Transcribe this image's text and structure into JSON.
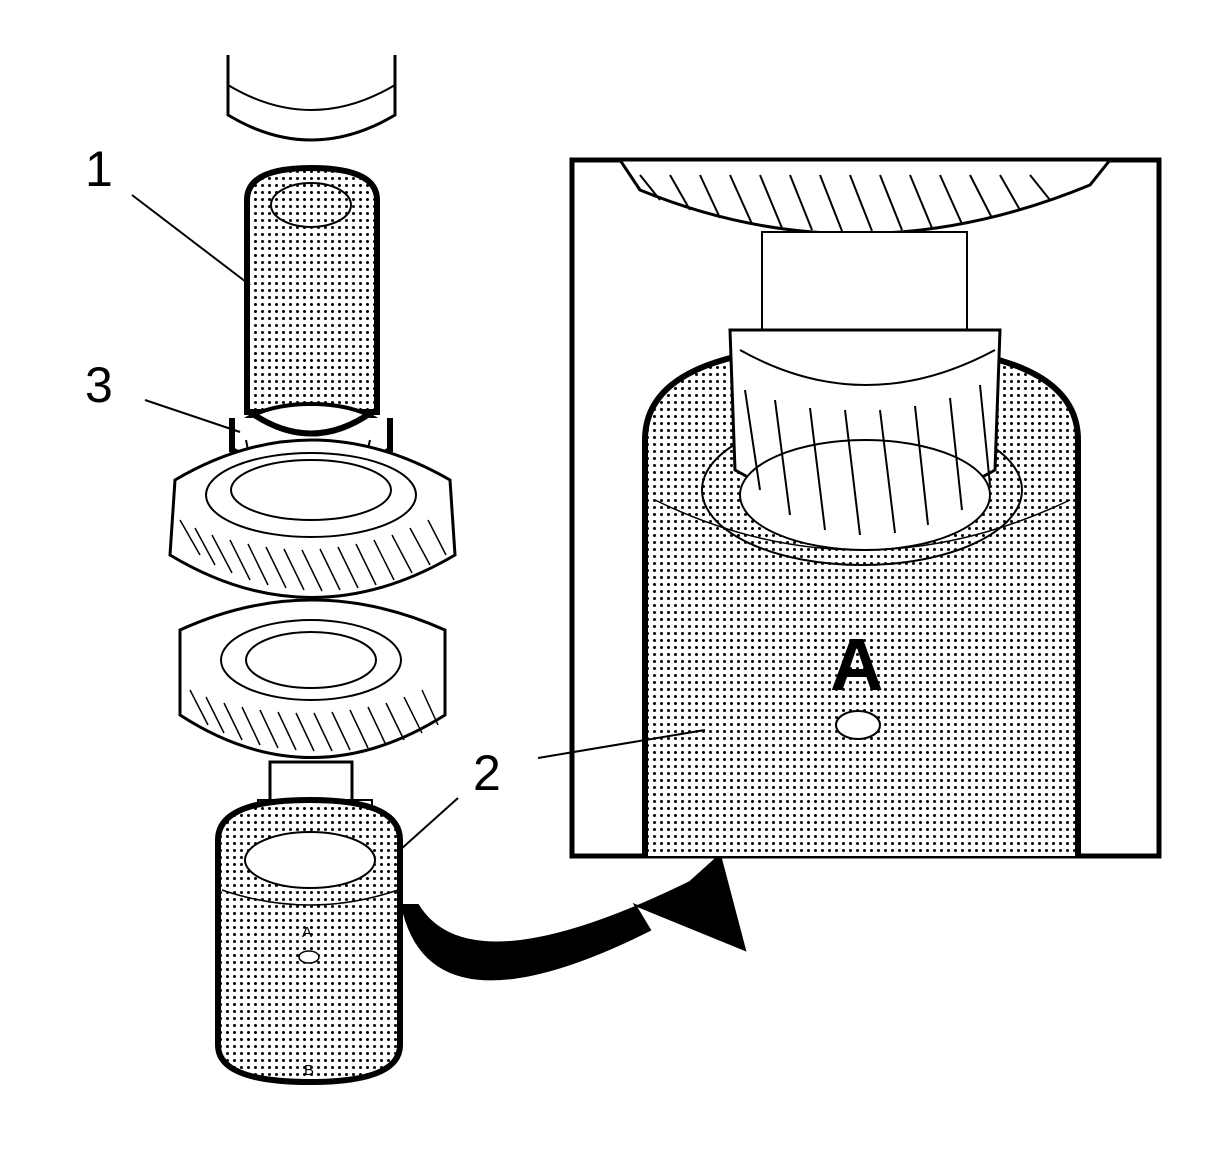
{
  "callouts": {
    "c1": "1",
    "c2": "2",
    "c3": "3"
  },
  "shaft_markings": {
    "a_small": "A",
    "b_small": "B",
    "a_large": "A"
  },
  "colors": {
    "ink": "#000000",
    "paper": "#ffffff"
  }
}
